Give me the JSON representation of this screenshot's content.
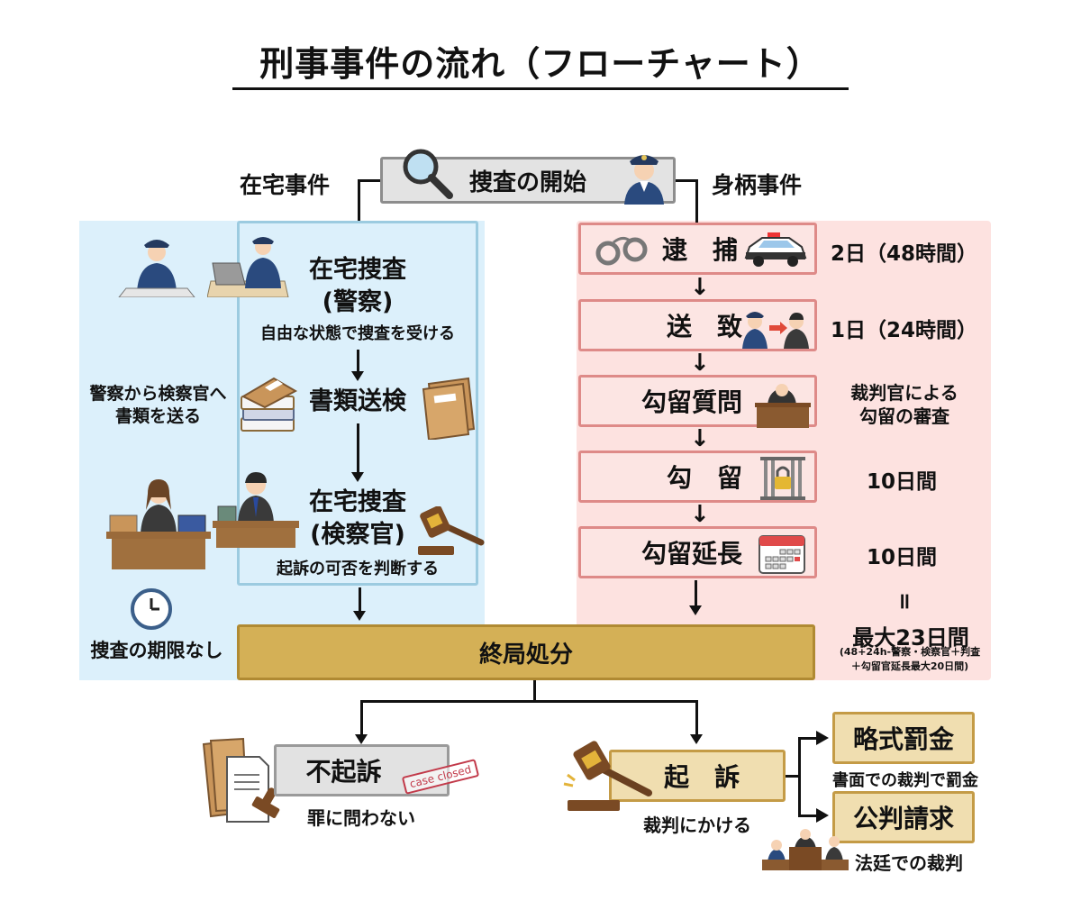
{
  "title": "刑事事件の流れ（フローチャート）",
  "start": {
    "label": "捜査の開始",
    "icons": [
      "magnifier-icon",
      "police-officer-icon"
    ]
  },
  "branches": {
    "left": "在宅事件",
    "right": "身柄事件"
  },
  "left_flow": {
    "steps": [
      {
        "heading": "在宅捜査",
        "heading2": "(警察)",
        "sub": "自由な状態で捜査を受ける"
      },
      {
        "heading": "書類送検"
      },
      {
        "heading": "在宅捜査",
        "heading2": "(検察官)",
        "sub": "起訴の可否を判断する"
      }
    ],
    "side_notes": {
      "documents": "警察から検察官へ\n書類を送る",
      "deadline": "捜査の期限なし"
    }
  },
  "right_flow": {
    "steps": [
      {
        "label": "逮　捕",
        "duration": "2日（48時間）"
      },
      {
        "label": "送　致",
        "duration": "1日（24時間）"
      },
      {
        "label": "勾留質問",
        "duration": "裁判官による\n勾留の審査"
      },
      {
        "label": "勾　留",
        "duration": "10日間"
      },
      {
        "label": "勾留延長",
        "duration": "10日間"
      }
    ],
    "equals": "॥",
    "total": "最大23日間",
    "total_note": "(48+24h-警察・検察官＋判査\n＋勾留官延長最大20日間)"
  },
  "final": {
    "label": "終局処分"
  },
  "outcomes": {
    "non_prosecution": {
      "label": "不起訴",
      "stamp": "case closed",
      "caption": "罪に問わない"
    },
    "prosecution": {
      "label": "起　訴",
      "caption": "裁判にかける"
    },
    "summary_fine": {
      "label": "略式罰金",
      "caption": "書面での裁判で罰金"
    },
    "formal_trial": {
      "label": "公判請求",
      "caption": "法廷での裁判"
    }
  },
  "colors": {
    "left_panel": "#dcf0fb",
    "right_panel": "#fde2e0",
    "final_box": "#d4b056",
    "gold_box": "#f0deb0",
    "step_border": "#de8a88"
  }
}
